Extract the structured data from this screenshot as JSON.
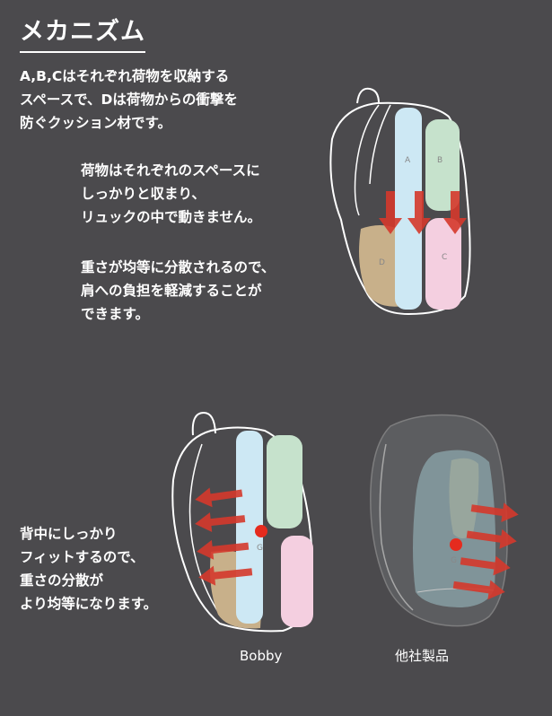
{
  "heading": "メカニズム",
  "intro_lines": [
    "A,B,Cはそれぞれ荷物を収納する",
    "スペースで、Dは荷物からの衝撃を",
    "防ぐクッション材です。"
  ],
  "paragraph1_lines": [
    "荷物はそれぞれのスペースに",
    "しっかりと収まり、",
    "リュックの中で動きません。"
  ],
  "paragraph2_lines": [
    "重さが均等に分散されるので、",
    "肩への負担を軽減することが",
    "できます。"
  ],
  "paragraph3_lines": [
    "背中にしっかり",
    "フィットするので、",
    "重さの分散が",
    "より均等になります。"
  ],
  "compartment_labels": {
    "a": "A",
    "b": "B",
    "c": "C",
    "d": "D",
    "g": "G"
  },
  "captions": {
    "bobby": "Bobby",
    "other": "他社製品"
  },
  "colors": {
    "background": "#4b4a4d",
    "compartment_a": "#cde8f4",
    "compartment_b": "#c6e2cc",
    "compartment_c": "#f4cfe0",
    "cushion_d": "#c8b08a",
    "arrow": "#d5392c",
    "center_of_gravity": "#e52b1e",
    "other_bag_fill": "#8aa3a8"
  }
}
